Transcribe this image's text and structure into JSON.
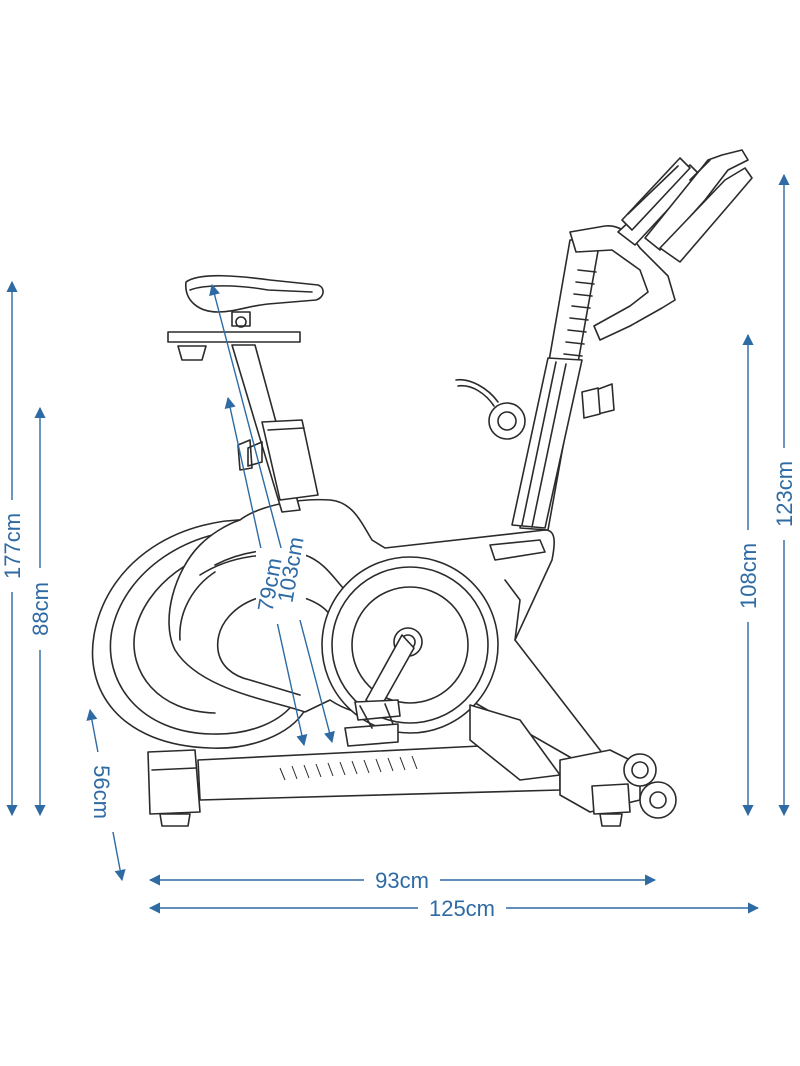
{
  "dimensions": {
    "total_height_left": "177cm",
    "seat_height": "88cm",
    "wheel_height": "56cm",
    "inseam_min": "79cm",
    "inseam_max": "103cm",
    "handlebar_min": "108cm",
    "handlebar_max": "123cm",
    "length_base": "93cm",
    "length_total": "125cm"
  },
  "colors": {
    "dimension": "#2e6aa3",
    "outline": "#2b2b2b"
  }
}
